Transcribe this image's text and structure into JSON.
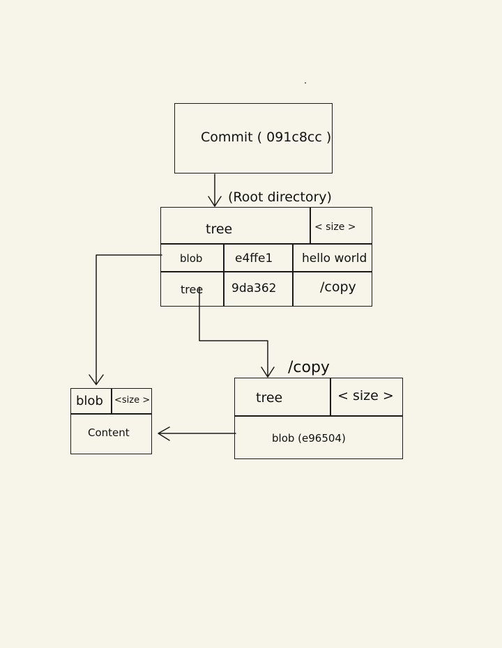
{
  "commit": {
    "label": "Commit ( 091c8cc )"
  },
  "root": {
    "caption": "(Root directory)",
    "header": {
      "type": "tree",
      "size": "< size >"
    },
    "rows": [
      {
        "type": "blob",
        "hash": "e4ffe1",
        "name": "hello world"
      },
      {
        "type": "tree",
        "hash": "9da362",
        "name": "/copy"
      }
    ]
  },
  "copy_tree": {
    "caption": "/copy",
    "header": {
      "type": "tree",
      "size": "< size >"
    },
    "entry": "blob (e96504)"
  },
  "blob": {
    "header": {
      "type": "blob",
      "size": "<size >"
    },
    "content": "Content"
  }
}
